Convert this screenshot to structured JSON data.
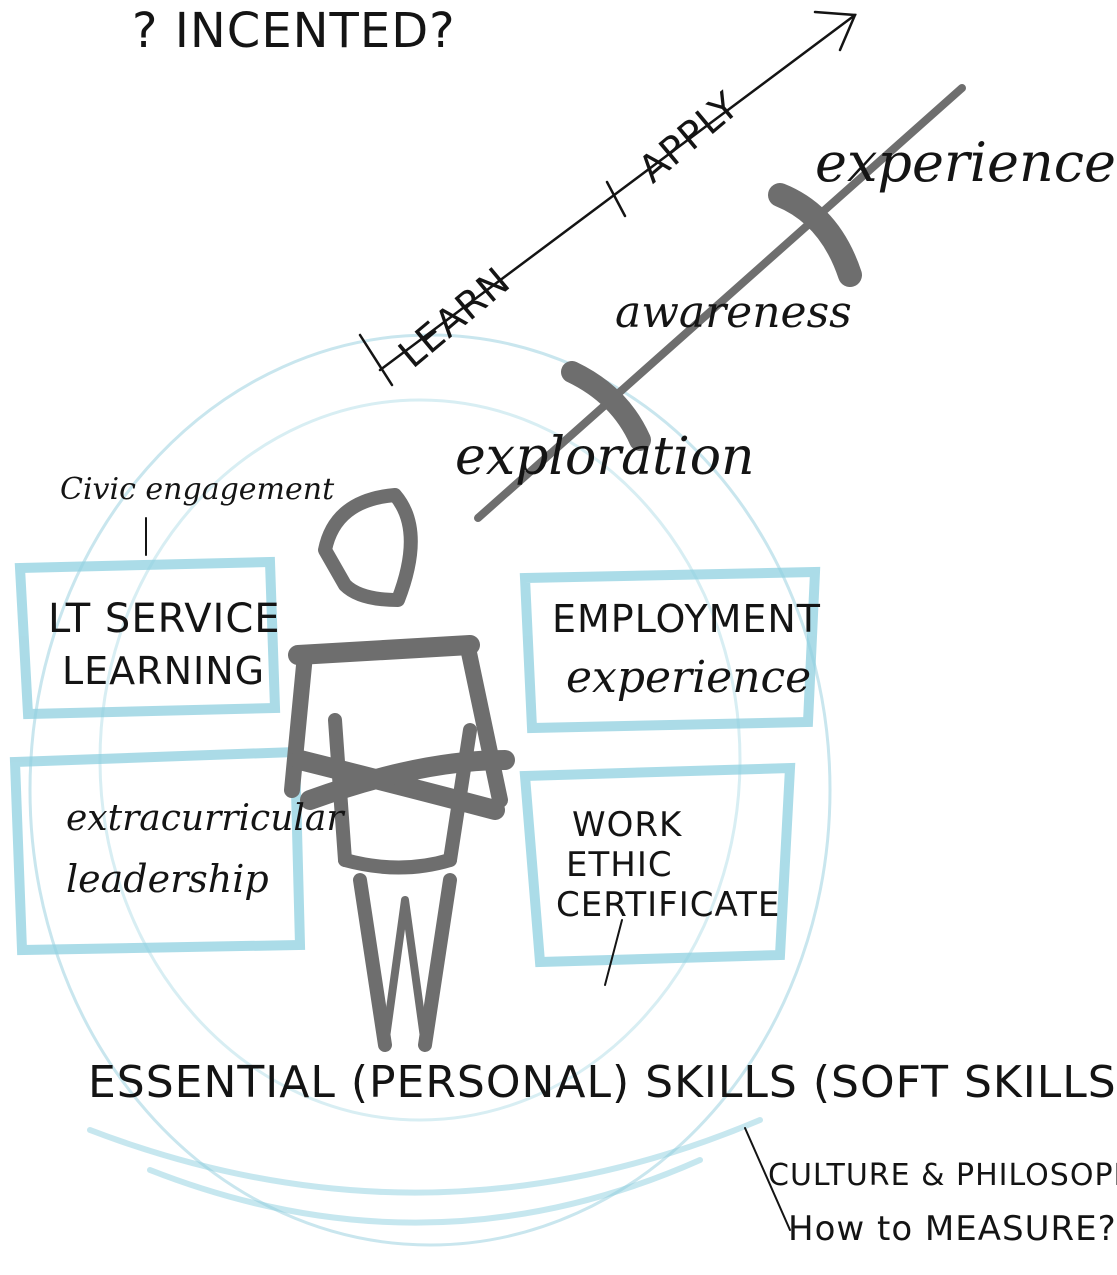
{
  "top_question": "? INCENTED?",
  "progression": {
    "learn": "LEARN",
    "apply": "APPLY",
    "stages": [
      "exploration",
      "awareness",
      "experience"
    ]
  },
  "civic": "Civic engagement",
  "boxes": {
    "service_line1": "LT SERVICE",
    "service_line2": "LEARNING",
    "extra_line1": "extracurricular",
    "extra_line2": "leadership",
    "employ_line1": "EMPLOYMENT",
    "employ_line2": "experience",
    "work_line1": "WORK",
    "work_line2": "ETHIC",
    "work_line3": "CERTIFICATE"
  },
  "essential": "ESSENTIAL (PERSONAL) SKILLS (SOFT SKILLS)",
  "culture_line1": "CULTURE & PHILOSOPHY..",
  "culture_line2": "How to MEASURE?",
  "colors": {
    "ink": "#141414",
    "marker_grey": "#6e6e6e",
    "highlight_blue": "#8fd0e0"
  }
}
